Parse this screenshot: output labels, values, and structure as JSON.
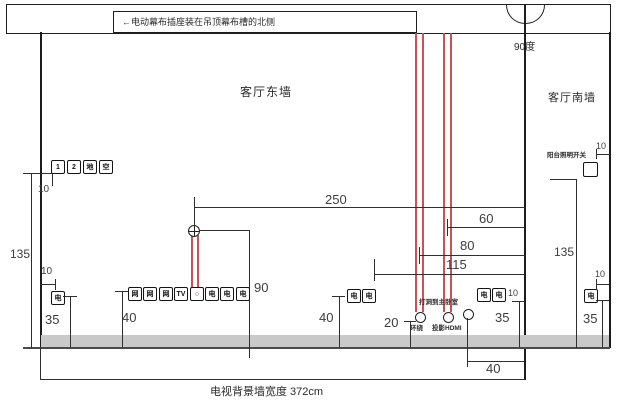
{
  "diagram": {
    "ceiling_note": "←电动幕布插座装在吊顶幕布槽的北侧",
    "east_wall_label": "客厅东墙",
    "south_wall_label": "客厅南墙",
    "corner_angle": "90度",
    "bottom_width_label": "电视背景墙宽度 372cm"
  },
  "panel_switches": [
    "1",
    "2",
    "地",
    "空"
  ],
  "outlet_row": [
    "网",
    "网",
    "网",
    "TV",
    "○",
    "电",
    "电",
    "电"
  ],
  "power_label": "电",
  "port_labels": {
    "surround": "环绕",
    "projector_hdmi": "投影HDMI",
    "wall_hole": "打洞到主卧室",
    "balcony_switch": "阳台照明开关"
  },
  "dims": {
    "curtain_to_corner": "250",
    "projector_to_corner": "60",
    "surround_to_corner": "80",
    "outlets_to_corner": "115",
    "curtain_height": "90",
    "left_panel_height": "135",
    "right_switch_height": "135",
    "inset_10": "10",
    "outlet_height_35": "35",
    "outlet_height_40": "40",
    "hole_height_20": "20",
    "hole_to_corner_40": "40"
  },
  "colors": {
    "line": "#2f2f2f",
    "red_conduit": "#cc5252",
    "floor": "#c9c9c9"
  }
}
